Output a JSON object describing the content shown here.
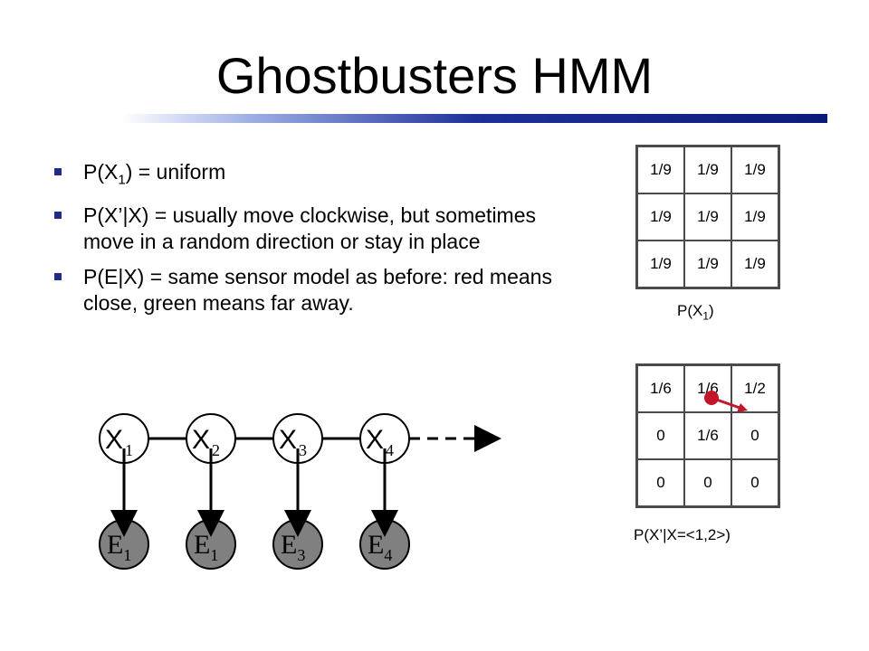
{
  "slide": {
    "title": "Ghostbusters HMM",
    "bullets": [
      {
        "pre": "P(X",
        "sub": "1",
        "post": ") = uniform"
      },
      {
        "pre": "P(X’|X) = usually move clockwise, but sometimes move in a random direction or stay in place",
        "sub": "",
        "post": ""
      },
      {
        "pre": "P(E|X) = same sensor model as before: red means close, green means far away.",
        "sub": "",
        "post": ""
      }
    ]
  },
  "prior_grid": {
    "cells": [
      "1/9",
      "1/9",
      "1/9",
      "1/9",
      "1/9",
      "1/9",
      "1/9",
      "1/9",
      "1/9"
    ],
    "caption": {
      "pre": "P(X",
      "sub": "1",
      "post": ")"
    }
  },
  "transition_grid": {
    "cells": [
      "1/6",
      "1/6",
      "1/2",
      "0",
      "1/6",
      "0",
      "0",
      "0",
      "0"
    ],
    "caption": "P(X’|X=<1,2>)",
    "ghost_color": "#c4162a"
  },
  "hmm": {
    "hidden": [
      {
        "letter": "X",
        "sub": "1"
      },
      {
        "letter": "X",
        "sub": "2"
      },
      {
        "letter": "X",
        "sub": "3"
      },
      {
        "letter": "X",
        "sub": "4"
      }
    ],
    "evidence": [
      {
        "letter": "E",
        "sub": "1"
      },
      {
        "letter": "E",
        "sub": "1"
      },
      {
        "letter": "E",
        "sub": "3"
      },
      {
        "letter": "E",
        "sub": "4"
      }
    ],
    "evidence_fill": "#808080"
  }
}
